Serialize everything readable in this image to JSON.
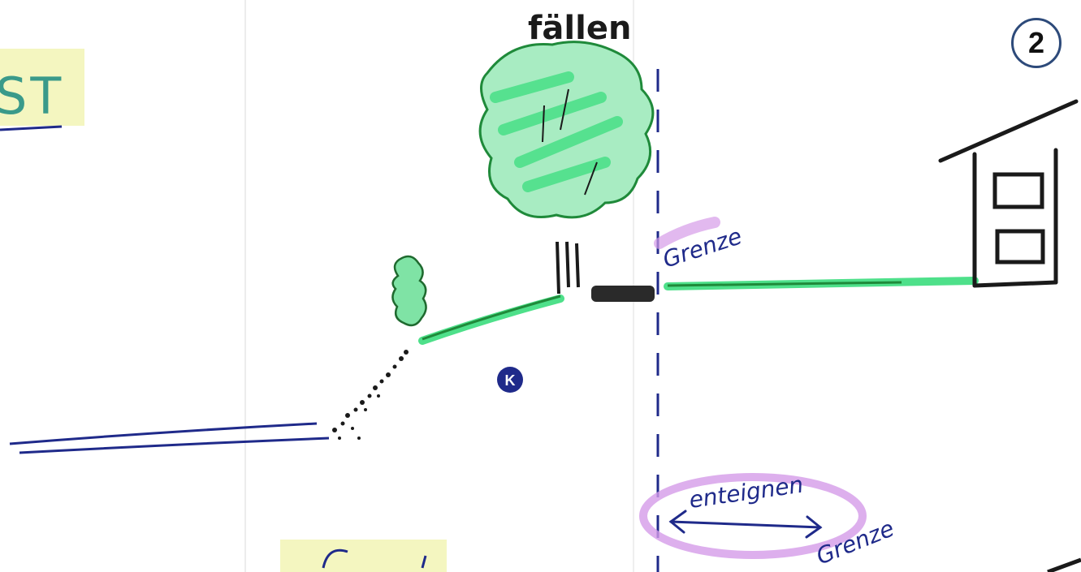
{
  "page_number": "2",
  "labels": {
    "top_left_partial": "ST",
    "tree_action": "fällen",
    "marker": "K",
    "boundary_upper": "Grenze",
    "boundary_lower": "Grenze",
    "expropriate": "enteignen"
  },
  "colors": {
    "ink_blue": "#1f2a8a",
    "ink_black": "#1a1a1a",
    "green_marker": "#4ee08a",
    "green_ink": "#1f8a3a",
    "purple_highlight": "#d59be8",
    "yellow_highlight": "#f1f4b0",
    "badge_border": "#2d4a7a"
  }
}
